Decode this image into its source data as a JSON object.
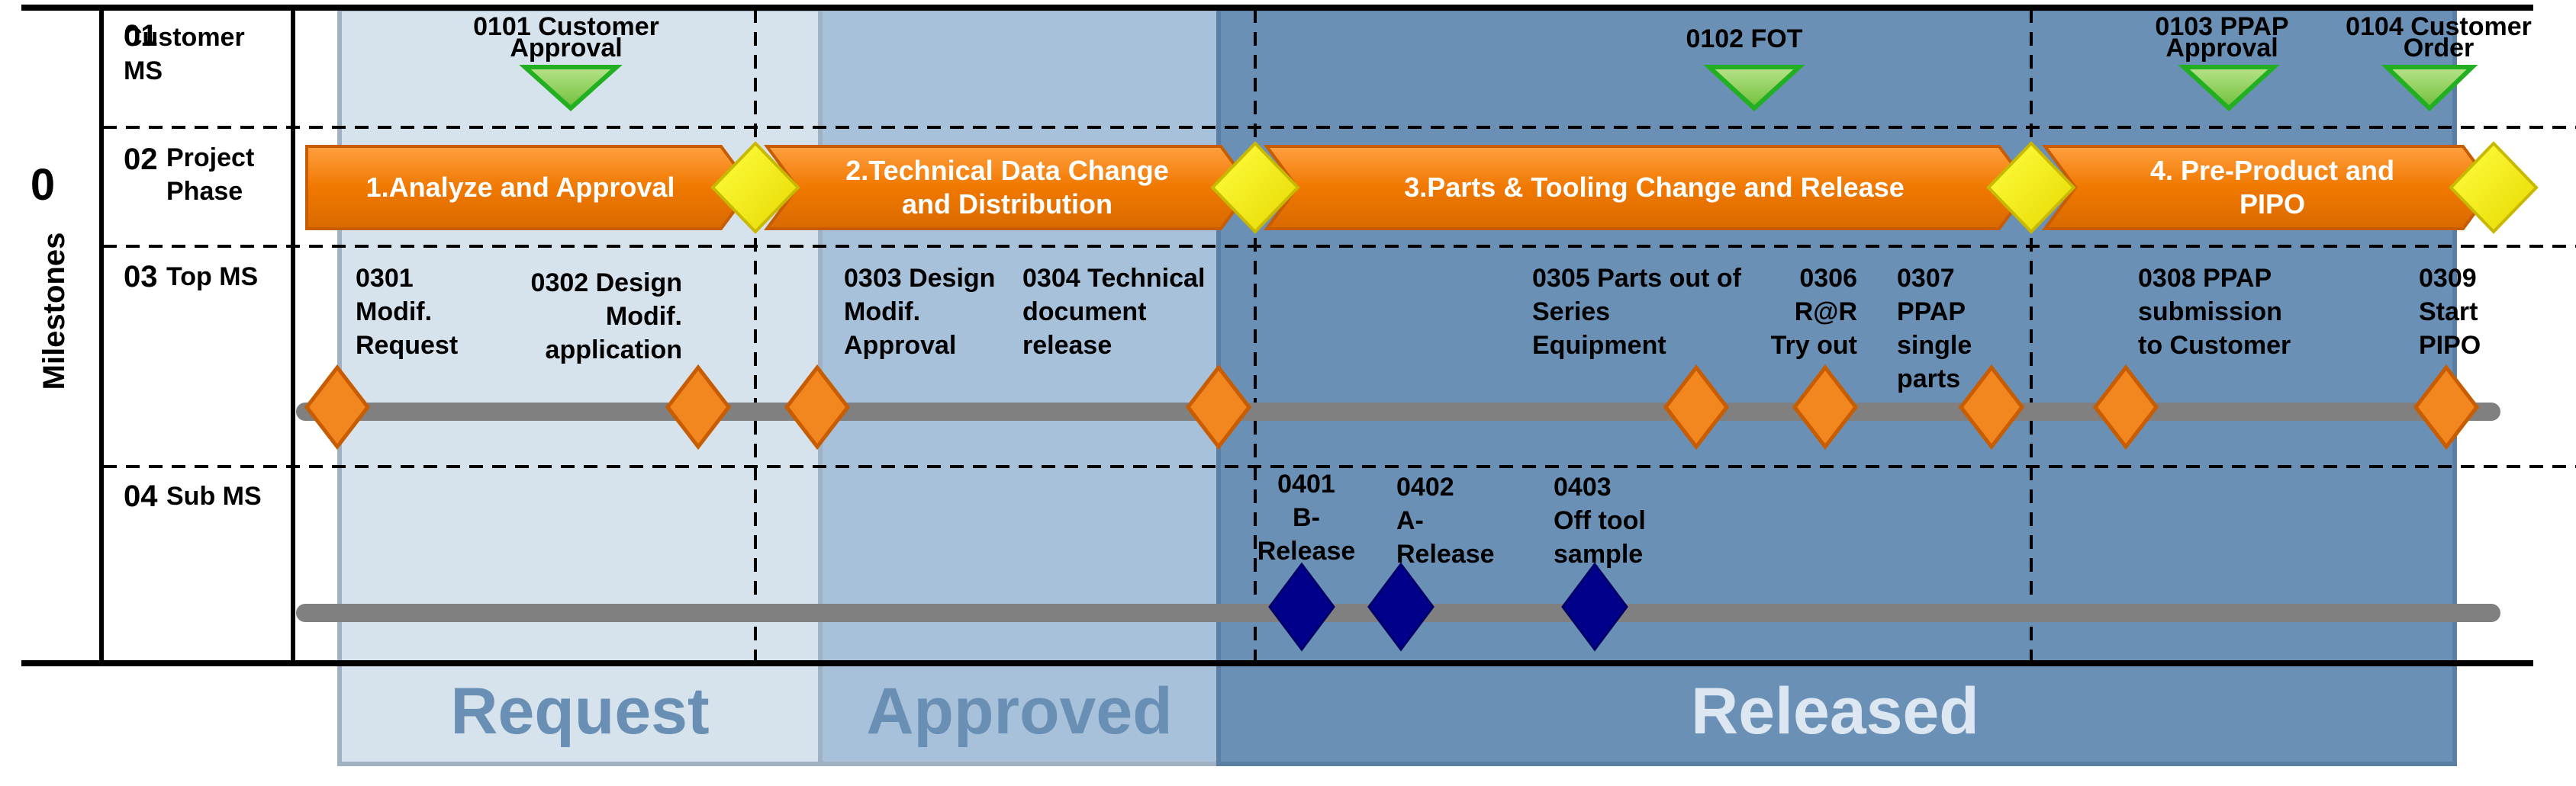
{
  "side_label": {
    "zero": "0",
    "milestones": "Milestones"
  },
  "rows": [
    {
      "code": "01",
      "label": "Customer MS"
    },
    {
      "code": "02",
      "label": "Project Phase"
    },
    {
      "code": "03",
      "label": "Top MS"
    },
    {
      "code": "04",
      "label": "Sub MS"
    }
  ],
  "stages": [
    {
      "label": "Request",
      "color": "#d6e2ec"
    },
    {
      "label": "Approved",
      "color": "#a8c1da"
    },
    {
      "label": "Released",
      "color": "#6b90b6"
    }
  ],
  "customer_ms": [
    {
      "label": "0101 Customer Approval"
    },
    {
      "label": "0102 FOT"
    },
    {
      "label": "0103 PPAP Approval"
    },
    {
      "label": "0104 Customer Order"
    }
  ],
  "phases": [
    {
      "label": "1.Analyze and Approval"
    },
    {
      "label": "2.Technical Data Change and Distribution"
    },
    {
      "label": "3.Parts & Tooling Change and Release"
    },
    {
      "label": "4. Pre-Product and PIPO"
    }
  ],
  "top_ms": [
    {
      "label": "0301 Modif. Request"
    },
    {
      "label": "0302 Design Modif. application"
    },
    {
      "label": "0303 Design Modif. Approval"
    },
    {
      "label": "0304 Technical document release"
    },
    {
      "label": "0305 Parts out of Series Equipment"
    },
    {
      "label": "0306 R@R Try out"
    },
    {
      "label": "0307 PPAP single parts"
    },
    {
      "label": "0308 PPAP submission to Customer"
    },
    {
      "label": "0309 Start PIPO"
    }
  ],
  "sub_ms": [
    {
      "label": "0401 B-Release"
    },
    {
      "label": "0402 A-Release"
    },
    {
      "label": "0403 Off tool sample"
    }
  ],
  "colors": {
    "phase_orange": "#f07800",
    "diamond_orange": "#f2871f",
    "milestone_yellow": "#f5ee00",
    "triangle_green": "#8fd14f",
    "sub_diamond_blue": "#00008b",
    "track_gray": "#7f7f7f"
  }
}
